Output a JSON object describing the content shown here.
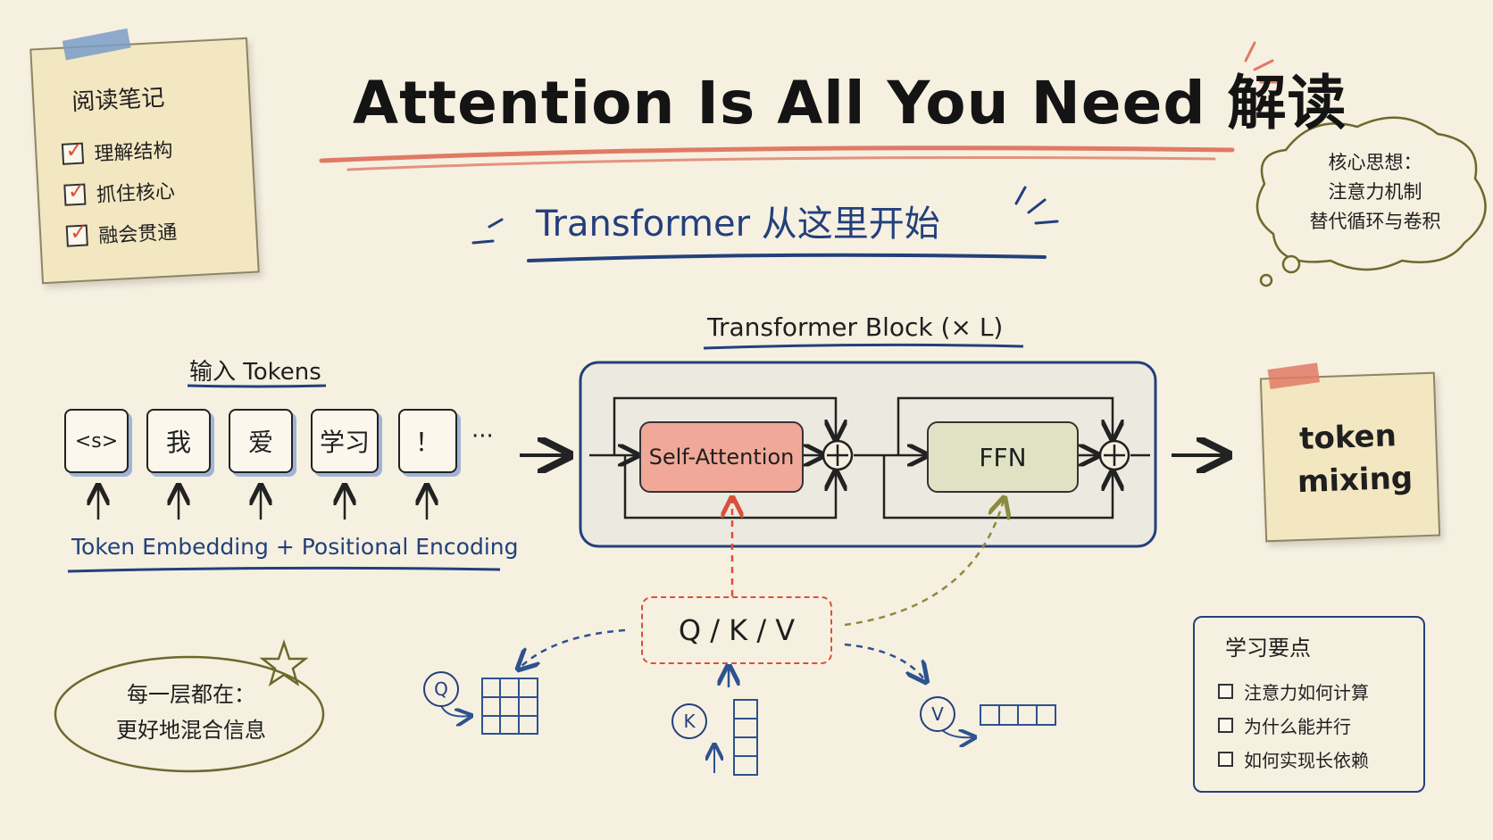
{
  "title": "Attention Is All You Need 解读",
  "subtitle": "Transformer 从这里开始",
  "notes": {
    "heading": "阅读笔记",
    "items": [
      "理解结构",
      "抓住核心",
      "融会贯通"
    ]
  },
  "thought": {
    "line1": "核心思想：",
    "line2": "注意力机制",
    "line3": "替代循环与卷积"
  },
  "input": {
    "label": "输入 Tokens",
    "tokens": [
      "<s>",
      "我",
      "爱",
      "学习",
      "！"
    ],
    "ellipsis": "···",
    "embedding_label": "Token Embedding + Positional Encoding"
  },
  "block": {
    "label": "Transformer Block (× L)",
    "attention_label": "Self-Attention",
    "ffn_label": "FFN",
    "plus": "⊕"
  },
  "output_note": {
    "line1": "token",
    "line2": "mixing"
  },
  "qkv": {
    "label": "Q / K / V",
    "q": "Q",
    "k": "K",
    "v": "V"
  },
  "layer_note": {
    "line1": "每一层都在：",
    "line2": "更好地混合信息"
  },
  "study": {
    "heading": "学习要点",
    "items": [
      "注意力如何计算",
      "为什么能并行",
      "如何实现长依赖"
    ]
  },
  "colors": {
    "background": "#f6f0e1",
    "accent_red": "#e07a65",
    "accent_blue": "#23407b",
    "attention_fill": "#f1a898",
    "ffn_fill": "#dfe3c4",
    "note_fill": "#f3e7c2"
  }
}
